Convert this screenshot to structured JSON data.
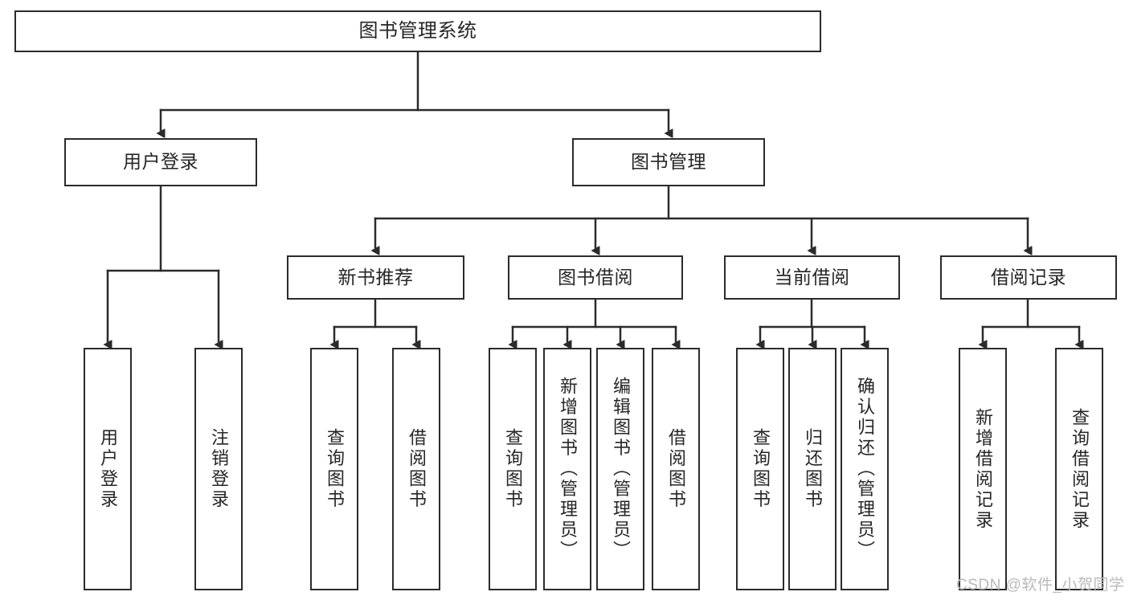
{
  "diagram": {
    "type": "tree-hierarchy-chart",
    "title": "图书管理系统",
    "orientation": "top-down",
    "line_color": "#2b2b2b",
    "box_fill": "#ffffff",
    "text_color": "#262626",
    "levels": 4
  },
  "nodes": {
    "root": {
      "label": "图书管理系统",
      "level": 1
    },
    "level2": [
      {
        "id": "user-login",
        "label": "用户登录"
      },
      {
        "id": "book-manage",
        "label": "图书管理"
      }
    ],
    "level3": [
      {
        "id": "new-book-recommend",
        "label": "新书推荐",
        "parent": "book-manage"
      },
      {
        "id": "book-borrow",
        "label": "图书借阅",
        "parent": "book-manage"
      },
      {
        "id": "current-borrow",
        "label": "当前借阅",
        "parent": "book-manage"
      },
      {
        "id": "borrow-record",
        "label": "借阅记录",
        "parent": "book-manage"
      }
    ],
    "leaves": {
      "user_login": [
        {
          "id": "leaf-user-login",
          "label": "用户登录"
        },
        {
          "id": "leaf-user-logout",
          "label": "注销登录"
        }
      ],
      "new_book_recommend": [
        {
          "id": "leaf-query-book-1",
          "label": "查询图书"
        },
        {
          "id": "leaf-borrow-book-1",
          "label": "借阅图书"
        }
      ],
      "book_borrow": [
        {
          "id": "leaf-query-book-2",
          "label": "查询图书"
        },
        {
          "id": "leaf-add-book",
          "label": "新增图书（管理员）"
        },
        {
          "id": "leaf-edit-book",
          "label": "编辑图书（管理员）"
        },
        {
          "id": "leaf-borrow-book-2",
          "label": "借阅图书"
        }
      ],
      "current_borrow": [
        {
          "id": "leaf-query-book-3",
          "label": "查询图书"
        },
        {
          "id": "leaf-return-book",
          "label": "归还图书"
        },
        {
          "id": "leaf-confirm-return",
          "label": "确认归还（管理员）"
        }
      ],
      "borrow_record": [
        {
          "id": "leaf-add-record",
          "label": "新增借阅记录"
        },
        {
          "id": "leaf-query-record",
          "label": "查询借阅记录"
        }
      ]
    }
  },
  "watermark": {
    "text": "CSDN @软件_小贺同学"
  }
}
